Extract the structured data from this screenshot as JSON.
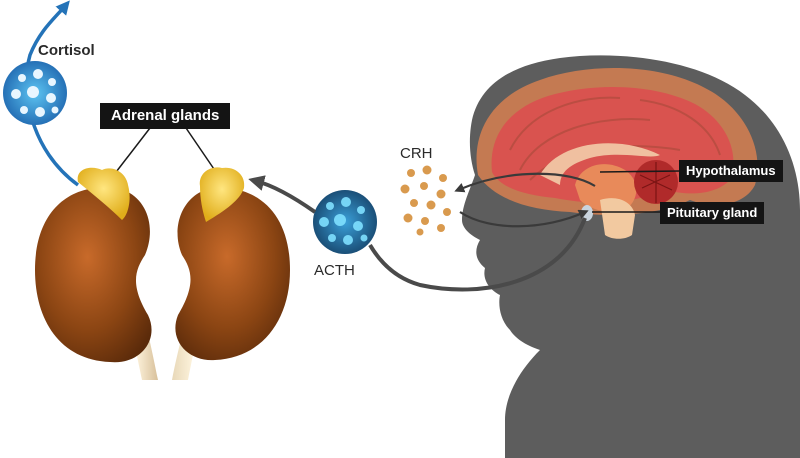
{
  "labels": {
    "cortisol": "Cortisol",
    "adrenal_glands": "Adrenal glands",
    "crh": "CRH",
    "acth": "ACTH",
    "hypothalamus": "Hypothalamus",
    "pituitary_gland": "Pituitary gland"
  },
  "colors": {
    "head_silhouette": "#5d5d5d",
    "brain_outer": "#c47a52",
    "brain_inner": "#d9534f",
    "kidney": "#8b4513",
    "adrenal": "#f2c531",
    "hormone_blue": "#2b8fd8",
    "crh_dots": "#d99a4e",
    "arrow_grey": "#4a4a4a",
    "cortisol_arrow": "#2473b8"
  }
}
